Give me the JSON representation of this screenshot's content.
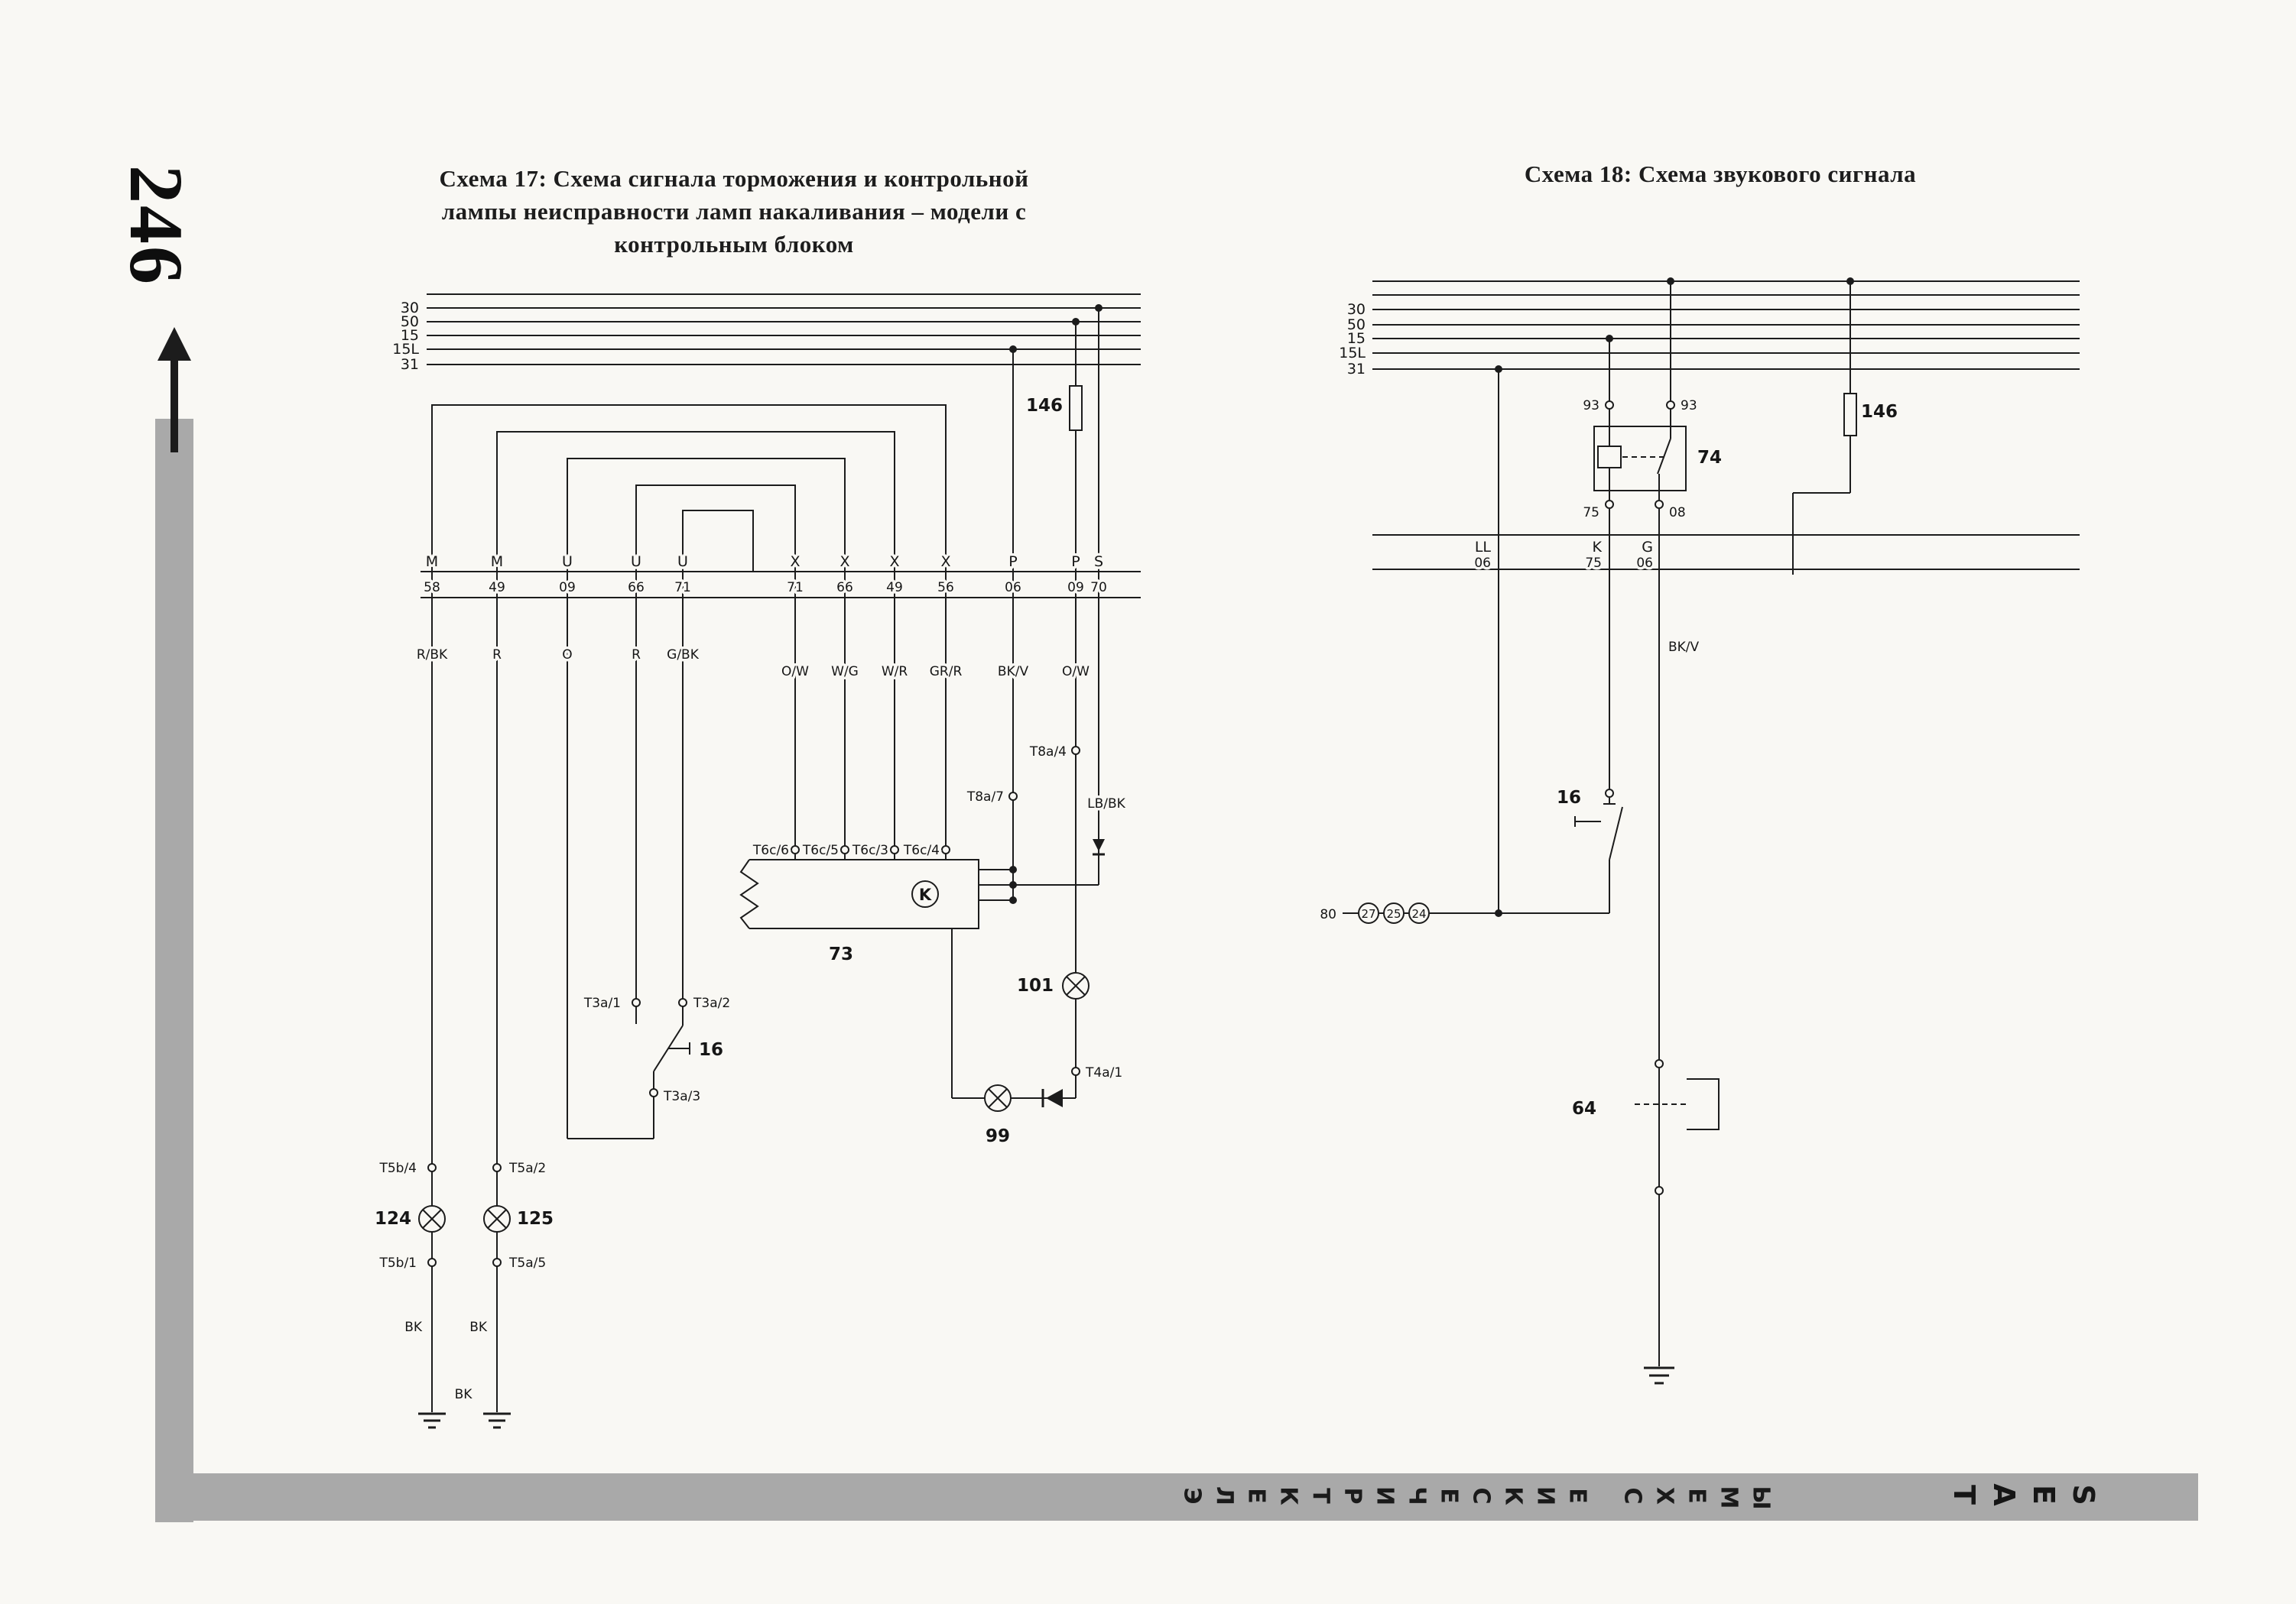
{
  "page": {
    "number": "246"
  },
  "scheme17": {
    "title_line1": "Схема 17: Схема сигнала торможения и контрольной",
    "title_line2": "лампы неисправности ламп накаливания – модели с",
    "title_line3": "контрольным блоком",
    "bus_labels": [
      "30",
      "50",
      "15",
      "15L",
      "31"
    ],
    "terminal_letters": [
      "M",
      "M",
      "U",
      "U",
      "U",
      "X",
      "X",
      "X",
      "X",
      "P",
      "P",
      "S"
    ],
    "terminal_numbers": [
      "58",
      "49",
      "09",
      "66",
      "71",
      "71",
      "66",
      "49",
      "56",
      "06",
      "09",
      "70"
    ],
    "wire_colors": [
      "R/BK",
      "R",
      "O",
      "R",
      "G/BK",
      "O/W",
      "W/G",
      "W/R",
      "GR/R",
      "BK/V",
      "O/W"
    ],
    "fuse": "146",
    "control_unit": "73",
    "control_unit_symbol": "K",
    "relay_lamp": "101",
    "lamp_99": "99",
    "lamp_124": "124",
    "lamp_125": "125",
    "switch": "16",
    "connectors": {
      "t5b4": "T5b/4",
      "t5a2": "T5a/2",
      "t5b1": "T5b/1",
      "t5a5": "T5a/5",
      "t3a1": "T3a/1",
      "t3a2": "T3a/2",
      "t3a3": "T3a/3",
      "t8a4": "T8a/4",
      "t8a7": "T8a/7",
      "t4a1": "T4a/1",
      "t6c6": "T6c/6",
      "t6c5": "T6c/5",
      "t6c3": "T6c/3",
      "t6c4": "T6c/4"
    },
    "wire_lbbk": "LB/BK",
    "wire_bk_left": "BK",
    "wire_bk_right": "BK",
    "wire_bk_bottom": "BK"
  },
  "scheme18": {
    "title": "Схема 18: Схема звукового сигнала",
    "bus_labels": [
      "30",
      "50",
      "15",
      "15L",
      "31"
    ],
    "relay": "74",
    "relay_pin_top_left": "93",
    "relay_pin_top_right": "93",
    "relay_pin_bottom_left": "75",
    "relay_pin_bottom_right": "08",
    "fuse": "146",
    "terminals": [
      {
        "name": "LL",
        "num": "06"
      },
      {
        "name": "K",
        "num": "75"
      },
      {
        "name": "G",
        "num": "06"
      }
    ],
    "wire_bkv": "BK/V",
    "horn_switch": "16",
    "horn": "64",
    "connector_80": "80",
    "connector_27": "27",
    "connector_25": "25",
    "connector_24": "24"
  },
  "footer": {
    "band_text": "ЭЛЕКТРИЧЕСКИЕ СХЕМЫ",
    "brand": "SEAT"
  }
}
